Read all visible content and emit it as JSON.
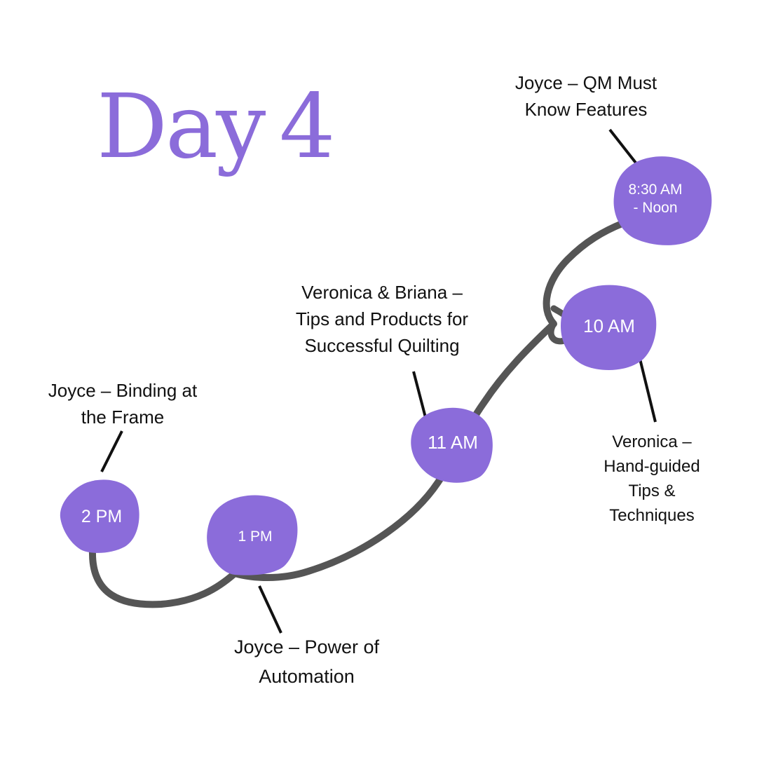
{
  "title": {
    "word": "Day",
    "number": "4"
  },
  "colors": {
    "accent": "#8b6cda",
    "path": "#555555",
    "leader": "#111111",
    "text": "#111111",
    "node_text": "#ffffff"
  },
  "sessions": [
    {
      "id": "s1",
      "time": "8:30 AM\n- Noon",
      "time_line1": "8:30 AM",
      "time_line2": "- Noon",
      "label_line1": "Joyce – QM Must",
      "label_line2": "Know Features"
    },
    {
      "id": "s2",
      "time": "10 AM",
      "label_line1": "Veronica –",
      "label_line2": "Hand-guided",
      "label_line3": "Tips &",
      "label_line4": "Techniques"
    },
    {
      "id": "s3",
      "time": "11 AM",
      "label_line1": "Veronica & Briana –",
      "label_line2": "Tips and Products for",
      "label_line3": "Successful Quilting"
    },
    {
      "id": "s4",
      "time": "1 PM",
      "label_line1": "Joyce – Power of",
      "label_line2": "Automation"
    },
    {
      "id": "s5",
      "time": "2 PM",
      "label_line1": "Joyce – Binding at",
      "label_line2": "the Frame"
    }
  ]
}
